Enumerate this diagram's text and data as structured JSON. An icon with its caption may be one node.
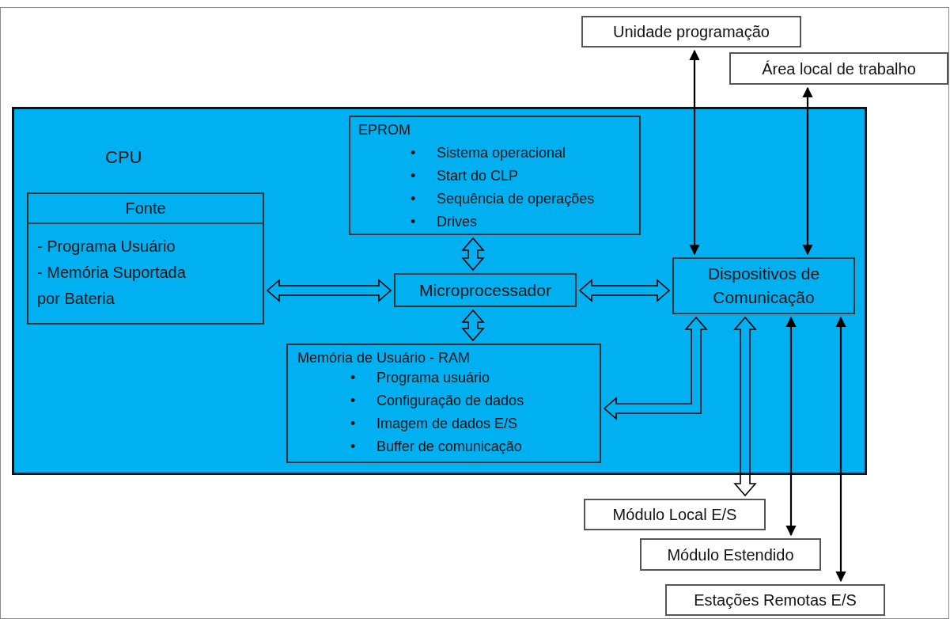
{
  "diagram": {
    "nodes": [
      {
        "text": [
          "CPU"
        ]
      },
      {
        "text": [
          "EPROM",
          "• Sistema operacional",
          "• Start do CLP",
          "• Sequência de operações",
          "• Drives"
        ],
        "in": 0
      },
      {
        "text": [
          "Fonte",
          "- Programa Usuário",
          "- Memória Suportada por Bateria"
        ],
        "in": 0
      },
      {
        "text": [
          "Microprocessador"
        ],
        "in": 0
      },
      {
        "text": [
          "Dispositivos de Comunicação"
        ],
        "in": 0
      },
      {
        "text": [
          "Memória de Usuário - RAM",
          "• Programa usuário",
          "• Configuração de dados",
          "• Imagem de dados E/S",
          "• Buffer de comunicação"
        ],
        "in": 0
      },
      {
        "text": [
          "Unidade programação"
        ]
      },
      {
        "text": [
          "Área local de trabalho"
        ]
      },
      {
        "text": [
          "Módulo Local E/S"
        ]
      },
      {
        "text": [
          "Módulo Estendido"
        ]
      },
      {
        "text": [
          "Estações Remotas E/S"
        ]
      }
    ],
    "edges": [
      {
        "from": 2,
        "to": 3,
        "arrow": "both",
        "style": "thick"
      },
      {
        "from": 1,
        "to": 3,
        "arrow": "both",
        "style": "thick"
      },
      {
        "from": 3,
        "to": 5,
        "arrow": "both",
        "style": "thick"
      },
      {
        "from": 3,
        "to": 4,
        "arrow": "both",
        "style": "thick"
      },
      {
        "from": 5,
        "to": 4,
        "arrow": "both",
        "style": "thick"
      },
      {
        "from": 4,
        "to": 8,
        "arrow": "both",
        "style": "thick"
      },
      {
        "from": 6,
        "to": 4,
        "arrow": "both"
      },
      {
        "from": 7,
        "to": 4,
        "arrow": "both"
      },
      {
        "from": 4,
        "to": 9,
        "arrow": "both"
      },
      {
        "from": 4,
        "to": 10,
        "arrow": "both"
      }
    ]
  }
}
